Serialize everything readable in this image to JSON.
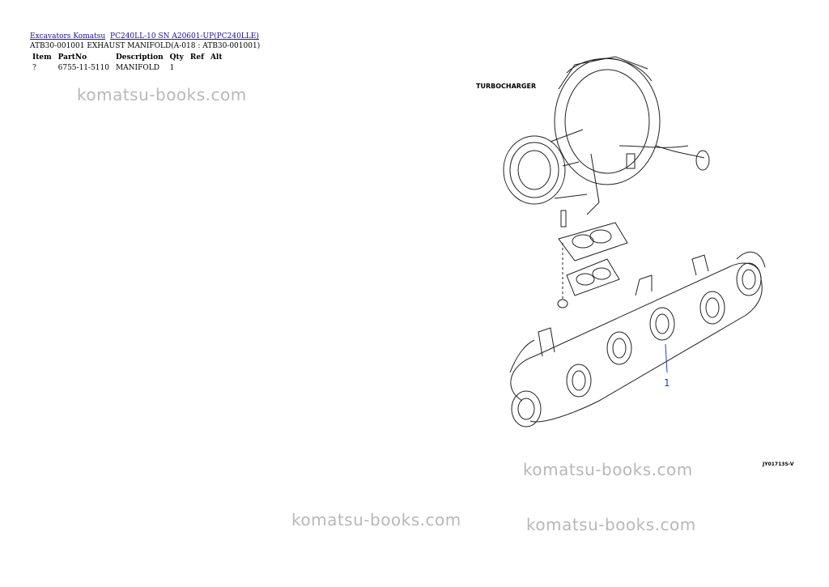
{
  "breadcrumb": {
    "link1": "Excavators Komatsu",
    "link2": "PC240LL-10 SN A20601-UP(PC240LLE)"
  },
  "subtitle": "ATB30-001001 EXHAUST MANIFOLD(A-018 : ATB30-001001)",
  "table": {
    "headers": [
      "Item",
      "PartNo",
      "Description",
      "Qty",
      "Ref",
      "Alt"
    ],
    "rows": [
      [
        "?",
        "6755-11-5110",
        "MANIFOLD",
        "1",
        "",
        ""
      ]
    ]
  },
  "watermark": "komatsu-books.com",
  "diagram": {
    "label": "TURBOCHARGER",
    "callout": "1",
    "code": "JY01713S-V"
  }
}
